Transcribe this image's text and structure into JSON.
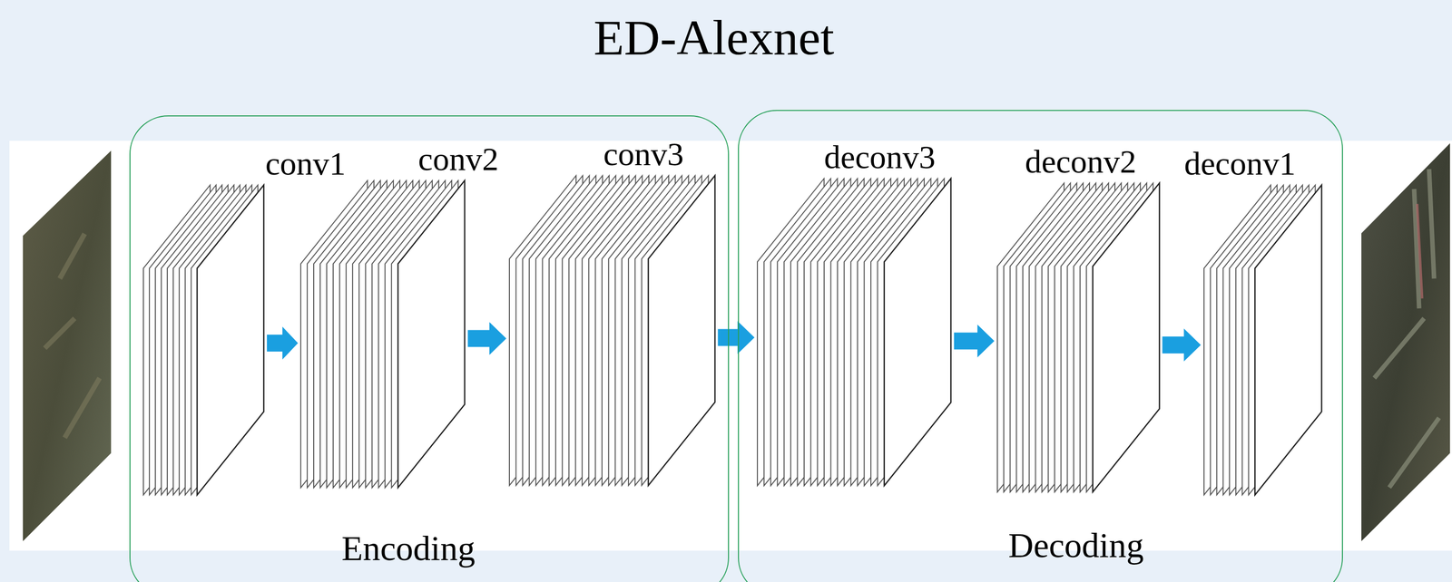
{
  "diagram": {
    "title": "ED-Alexnet",
    "nodes": [
      {
        "text": [
          "Encoding"
        ]
      },
      {
        "text": [
          "conv1"
        ],
        "in": 0
      },
      {
        "text": [
          "conv2"
        ],
        "in": 0
      },
      {
        "text": [
          "conv3"
        ],
        "in": 0
      },
      {
        "text": [
          "Decoding"
        ]
      },
      {
        "text": [
          "deconv3"
        ],
        "in": 4
      },
      {
        "text": [
          "deconv2"
        ],
        "in": 4
      },
      {
        "text": [
          "deconv1"
        ],
        "in": 4
      }
    ],
    "edges": [
      {
        "from": 1,
        "to": 2,
        "arrow": "to"
      },
      {
        "from": 2,
        "to": 3,
        "arrow": "to"
      },
      {
        "from": 3,
        "to": 5,
        "arrow": "to"
      },
      {
        "from": 5,
        "to": 6,
        "arrow": "to"
      },
      {
        "from": 6,
        "to": 7,
        "arrow": "to"
      }
    ]
  }
}
